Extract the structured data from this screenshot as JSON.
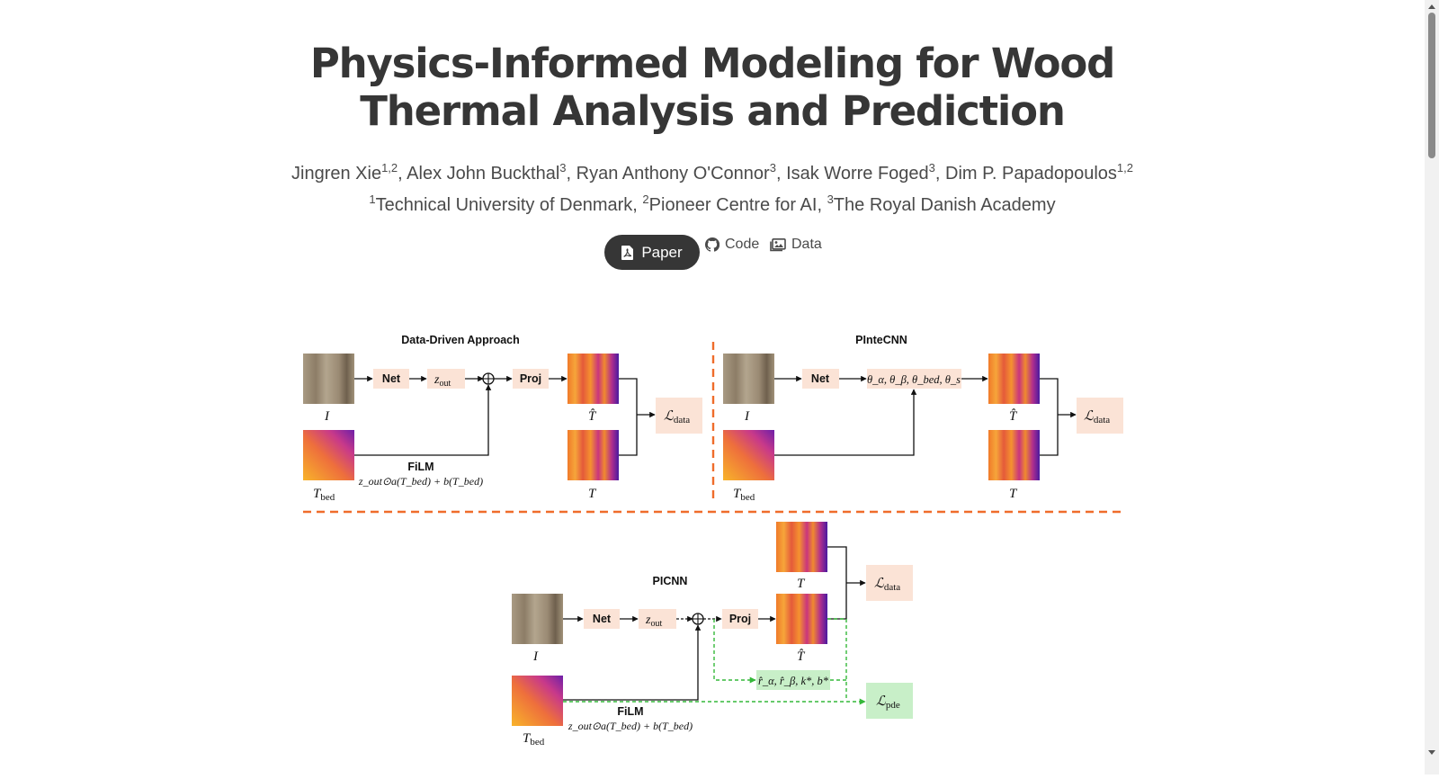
{
  "header": {
    "title_line1": "Physics-Informed Modeling for Wood",
    "title_line2": "Thermal Analysis and Prediction",
    "authors": [
      {
        "name": "Jingren Xie",
        "sup": "1,2"
      },
      {
        "name": "Alex John Buckthal",
        "sup": "3"
      },
      {
        "name": "Ryan Anthony O'Connor",
        "sup": "3"
      },
      {
        "name": "Isak Worre Foged",
        "sup": "3"
      },
      {
        "name": "Dim P. Papadopoulos",
        "sup": "1,2"
      }
    ],
    "affiliations": [
      {
        "sup": "1",
        "name": "Technical University of Denmark"
      },
      {
        "sup": "2",
        "name": "Pioneer Centre for AI"
      },
      {
        "sup": "3",
        "name": "The Royal Danish Academy"
      }
    ]
  },
  "links": {
    "paper_label": "Paper",
    "code_label": "Code",
    "data_label": "Data"
  },
  "figure": {
    "panel1_title": "Data-Driven Approach",
    "panel2_title": "PInteCNN",
    "panel3_title": "PICNN",
    "net": "Net",
    "proj": "Proj",
    "film": "FiLM",
    "z_out": "z",
    "z_sub": "out",
    "film_formula": "z_out⊙a(T_bed) + b(T_bed)",
    "params": "θ_α, θ_β, θ_bed, θ_s",
    "picnn_params": "r̂_α, r̂_β, k*, b*",
    "loss_data": "ℒ",
    "loss_data_sub": "data",
    "loss_pde": "ℒ",
    "loss_pde_sub": "pde",
    "var_I": "I",
    "var_T": "T",
    "var_That": "T̂",
    "var_Tbed": "T",
    "var_bed_sub": "bed"
  },
  "colors": {
    "accent_orange": "#ef6c2b",
    "box_peach": "#fbe3d6",
    "box_green": "#c8efc8",
    "button_dark": "#363636",
    "dashed_green": "#35b83a"
  }
}
